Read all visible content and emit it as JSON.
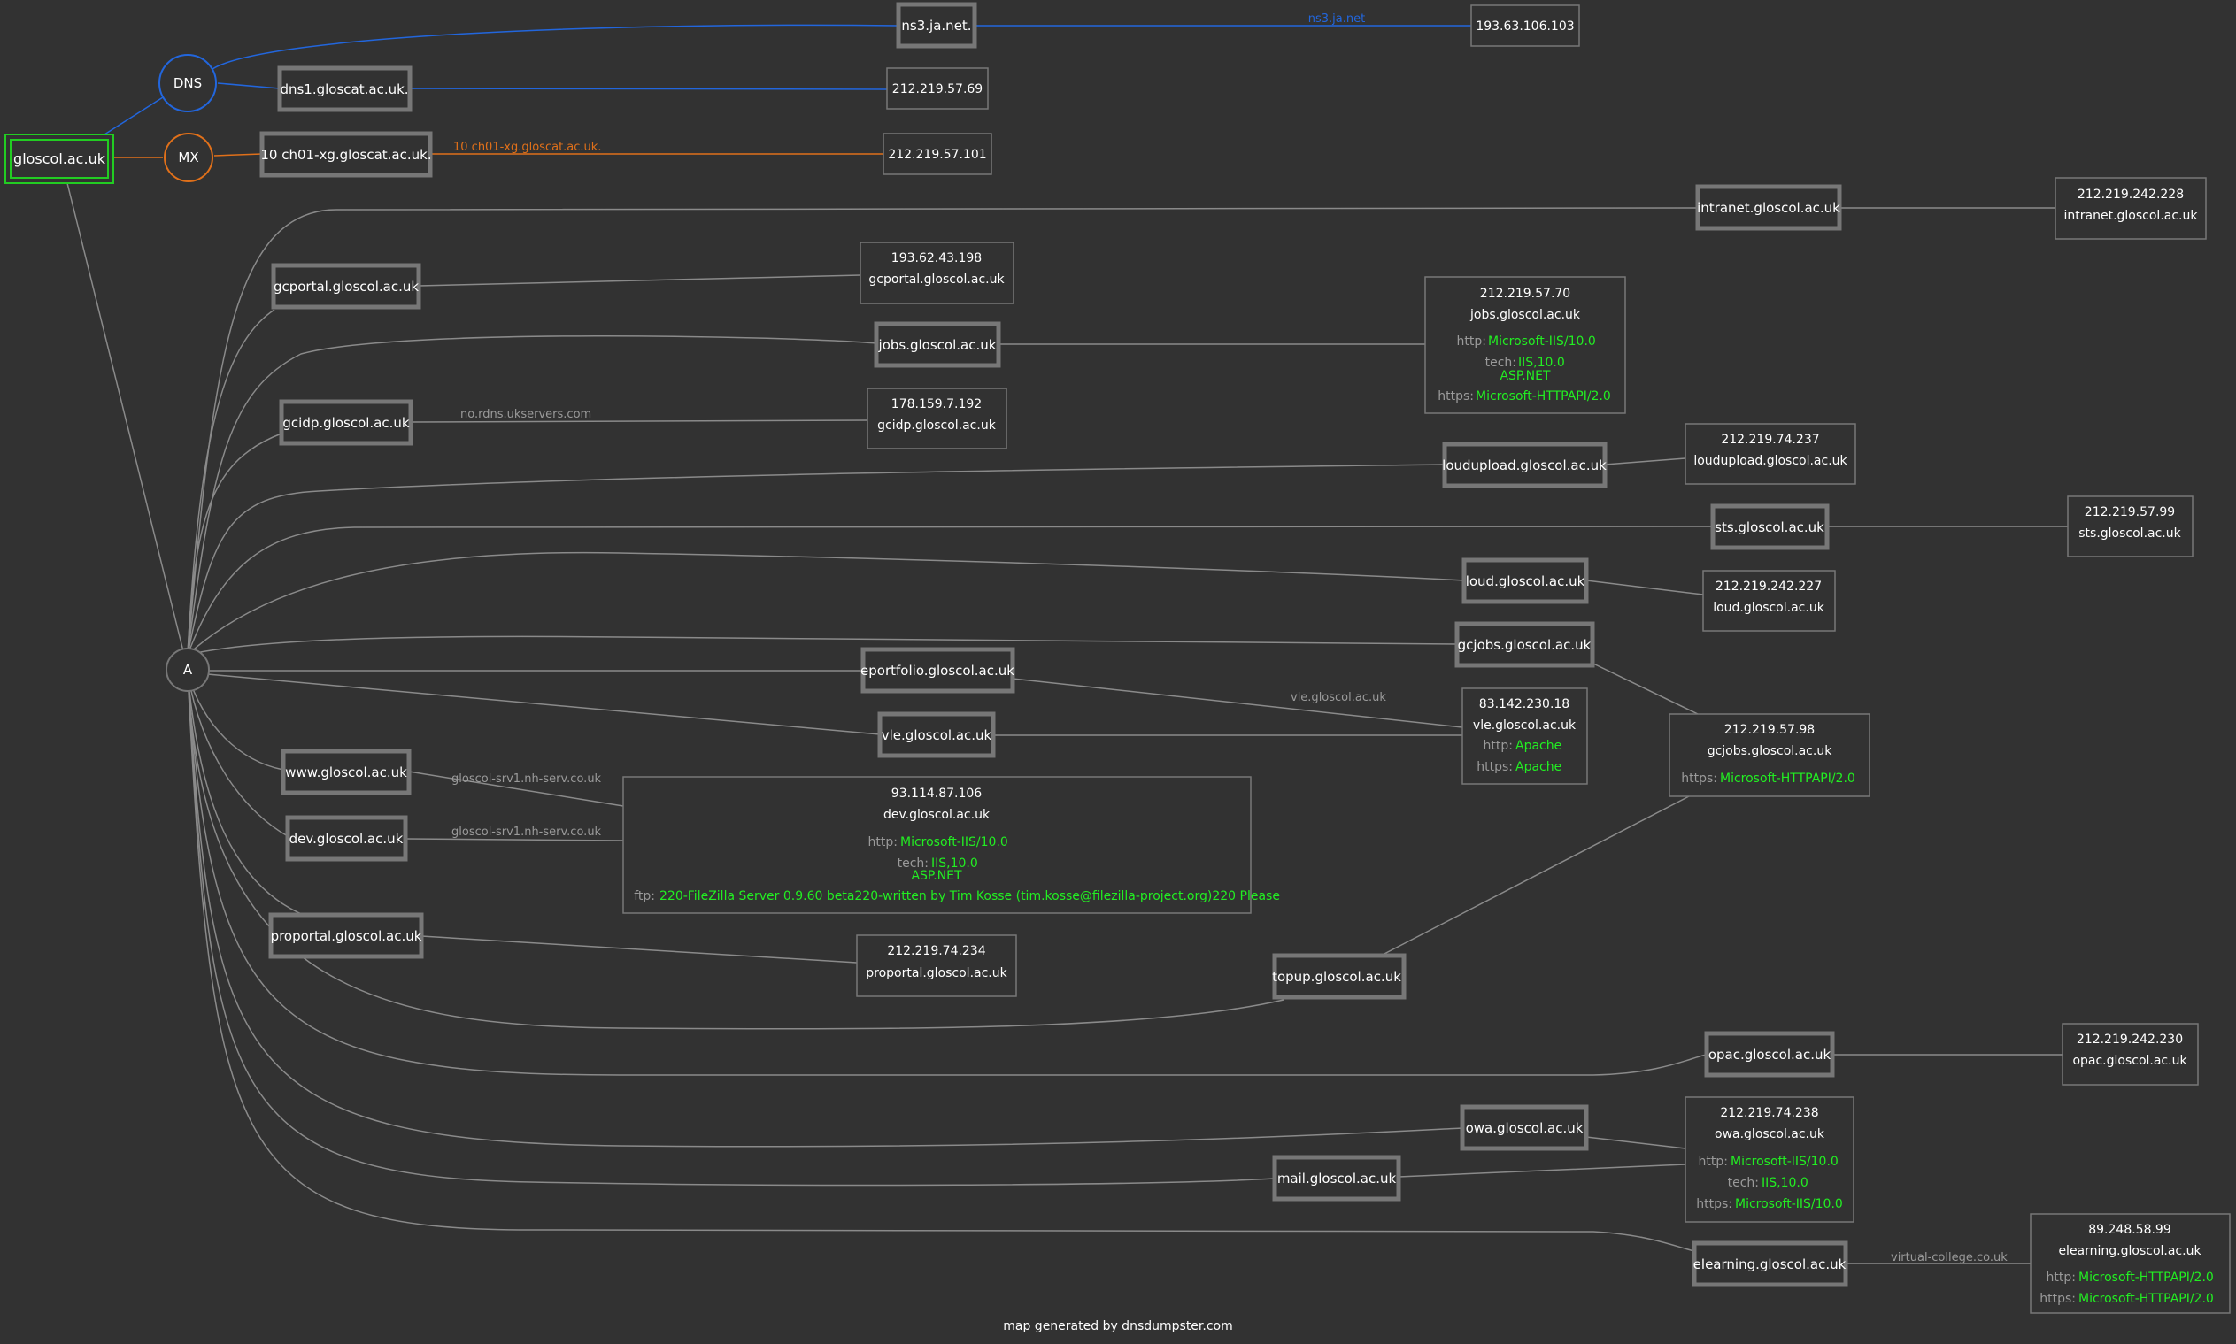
{
  "root": "gloscol.ac.uk",
  "hubs": {
    "dns": "DNS",
    "mx": "MX",
    "a": "A"
  },
  "dns": {
    "ns3": "ns3.ja.net.",
    "ns3_ip": "193.63.106.103",
    "ns3_edge": "ns3.ja.net",
    "dns1": "dns1.gloscat.ac.uk.",
    "dns1_ip": "212.219.57.69"
  },
  "mx": {
    "host": "10 ch01-xg.gloscat.ac.uk.",
    "edge": "10 ch01-xg.gloscat.ac.uk.",
    "ip": "212.219.57.101"
  },
  "hosts": {
    "intranet": "intranet.gloscol.ac.uk",
    "gcportal": "gcportal.gloscol.ac.uk",
    "jobs": "jobs.gloscol.ac.uk",
    "gcidp": "gcidp.gloscol.ac.uk",
    "loudupload": "loudupload.gloscol.ac.uk",
    "sts": "sts.gloscol.ac.uk",
    "loud": "loud.gloscol.ac.uk",
    "gcjobs": "gcjobs.gloscol.ac.uk",
    "eportfolio": "eportfolio.gloscol.ac.uk",
    "vle": "vle.gloscol.ac.uk",
    "www": "www.gloscol.ac.uk",
    "dev": "dev.gloscol.ac.uk",
    "proportal": "proportal.gloscol.ac.uk",
    "topup": "topup.gloscol.ac.uk",
    "opac": "opac.gloscol.ac.uk",
    "owa": "owa.gloscol.ac.uk",
    "mail": "mail.gloscol.ac.uk",
    "elearning": "elearning.gloscol.ac.uk"
  },
  "edges": {
    "gcidp": "no.rdns.ukservers.com",
    "www": "gloscol-srv1.nh-serv.co.uk",
    "dev": "gloscol-srv1.nh-serv.co.uk",
    "vle": "vle.gloscol.ac.uk",
    "elearning": "virtual-college.co.uk"
  },
  "ips": {
    "intranet": {
      "ip": "212.219.242.228",
      "name": "intranet.gloscol.ac.uk"
    },
    "gcportal": {
      "ip": "193.62.43.198",
      "name": "gcportal.gloscol.ac.uk"
    },
    "jobs": {
      "ip": "212.219.57.70",
      "name": "jobs.gloscol.ac.uk",
      "http_key": "http:",
      "http": "Microsoft-IIS/10.0",
      "tech_key": "tech:",
      "tech1": "IIS,10.0",
      "tech2": "ASP.NET",
      "https_key": "https:",
      "https": "Microsoft-HTTPAPI/2.0"
    },
    "gcidp": {
      "ip": "178.159.7.192",
      "name": "gcidp.gloscol.ac.uk"
    },
    "loudupload": {
      "ip": "212.219.74.237",
      "name": "loudupload.gloscol.ac.uk"
    },
    "sts": {
      "ip": "212.219.57.99",
      "name": "sts.gloscol.ac.uk"
    },
    "loud": {
      "ip": "212.219.242.227",
      "name": "loud.gloscol.ac.uk"
    },
    "vle": {
      "ip": "83.142.230.18",
      "name": "vle.gloscol.ac.uk",
      "http_key": "http:",
      "http": "Apache",
      "https_key": "https:",
      "https": "Apache"
    },
    "gcjobs": {
      "ip": "212.219.57.98",
      "name": "gcjobs.gloscol.ac.uk",
      "https_key": "https:",
      "https": "Microsoft-HTTPAPI/2.0"
    },
    "dev": {
      "ip": "93.114.87.106",
      "name": "dev.gloscol.ac.uk",
      "http_key": "http:",
      "http": "Microsoft-IIS/10.0",
      "tech_key": "tech:",
      "tech1": "IIS,10.0",
      "tech2": "ASP.NET",
      "ftp_key": "ftp:",
      "ftp": "220-FileZilla Server 0.9.60 beta220-written by Tim Kosse (tim.kosse@filezilla-project.org)220 Please"
    },
    "proportal": {
      "ip": "212.219.74.234",
      "name": "proportal.gloscol.ac.uk"
    },
    "opac": {
      "ip": "212.219.242.230",
      "name": "opac.gloscol.ac.uk"
    },
    "owa": {
      "ip": "212.219.74.238",
      "name": "owa.gloscol.ac.uk",
      "http_key": "http:",
      "http": "Microsoft-IIS/10.0",
      "tech_key": "tech:",
      "tech1": "IIS,10.0",
      "https_key": "https:",
      "https": "Microsoft-IIS/10.0"
    },
    "elearning": {
      "ip": "89.248.58.99",
      "name": "elearning.gloscol.ac.uk",
      "http_key": "http:",
      "http": "Microsoft-HTTPAPI/2.0",
      "https_key": "https:",
      "https": "Microsoft-HTTPAPI/2.0"
    }
  },
  "footer": "map generated by dnsdumpster.com",
  "colors": {
    "background": "#323232",
    "edge": "#8a8a8a",
    "dns": "#2266dd",
    "mx": "#e0701a",
    "root": "#22cc22",
    "green_text": "#22ee22"
  }
}
